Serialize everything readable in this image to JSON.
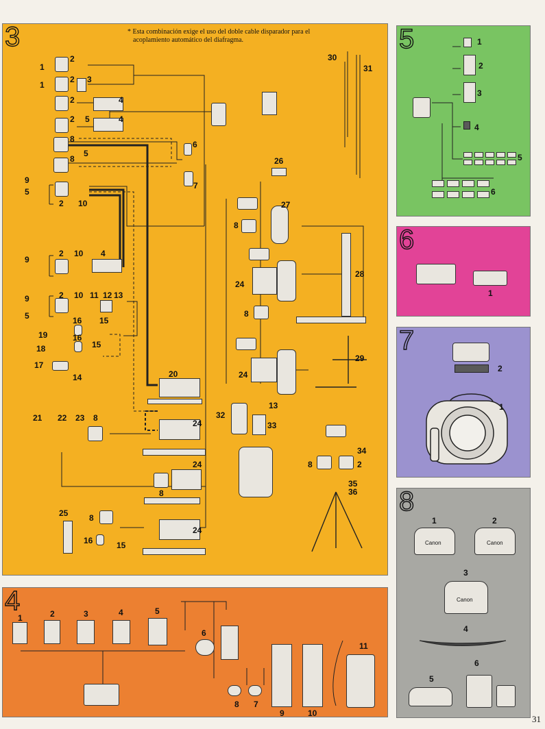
{
  "page_number": "31",
  "colors": {
    "panel3": "#f4b022",
    "panel4": "#ec8031",
    "panel5": "#79c462",
    "panel6": "#e24397",
    "panel7": "#9b92cf",
    "panel8": "#a8a8a3"
  },
  "note": {
    "asterisk": "*",
    "line1": "Esta combinación exige el uso del doble cable disparador para el",
    "line2": "acoplamiento automático del diafragma."
  },
  "panels": {
    "p3": {
      "number": "3"
    },
    "p4": {
      "number": "4"
    },
    "p5": {
      "number": "5"
    },
    "p6": {
      "number": "6"
    },
    "p7": {
      "number": "7"
    },
    "p8": {
      "number": "8"
    }
  },
  "p3_labels": {
    "a": "1",
    "b": "2",
    "c": "1",
    "d": "2",
    "e": "3",
    "f": "2",
    "g": "4",
    "h": "2",
    "i": "5",
    "j": "4",
    "k": "8",
    "l": "5",
    "m": "8",
    "n": "6",
    "o": "7",
    "p": "9",
    "q": "5",
    "r": "2",
    "s": "10",
    "t": "9",
    "u": "2",
    "v": "10",
    "w": "4",
    "x": "9",
    "y": "2",
    "z": "10",
    "aa": "11",
    "ab": "12",
    "ac": "13",
    "ad": "5",
    "ae": "16",
    "af": "15",
    "ag": "19",
    "ah": "16",
    "ai": "18",
    "aj": "15",
    "ak": "17",
    "al": "14",
    "am": "20",
    "an": "21",
    "ao": "22",
    "ap": "23",
    "aq": "8",
    "ar": "24",
    "as": "24",
    "at": "8",
    "au": "25",
    "av": "8",
    "aw": "16",
    "ax": "15",
    "ay": "24",
    "az": "26",
    "ba": "27",
    "bb": "8",
    "bc": "28",
    "bd": "24",
    "be": "8",
    "bf": "29",
    "bg": "24",
    "bh": "13",
    "bi": "32",
    "bj": "33",
    "bk": "30",
    "bl": "31",
    "bm": "34",
    "bn": "8",
    "bo": "2",
    "bp": "35",
    "bq": "36"
  },
  "p4_labels": {
    "a": "1",
    "b": "2",
    "c": "3",
    "d": "4",
    "e": "5",
    "f": "6",
    "g": "8",
    "h": "7",
    "i": "9",
    "j": "10",
    "k": "11"
  },
  "p5_labels": {
    "a": "1",
    "b": "2",
    "c": "3",
    "d": "4",
    "e": "5",
    "f": "6"
  },
  "p6_labels": {
    "a": "1"
  },
  "p7_labels": {
    "a": "2",
    "b": "1"
  },
  "p8_labels": {
    "a": "1",
    "b": "2",
    "c": "3",
    "d": "4",
    "e": "5",
    "f": "6"
  },
  "case_text": "Canon"
}
